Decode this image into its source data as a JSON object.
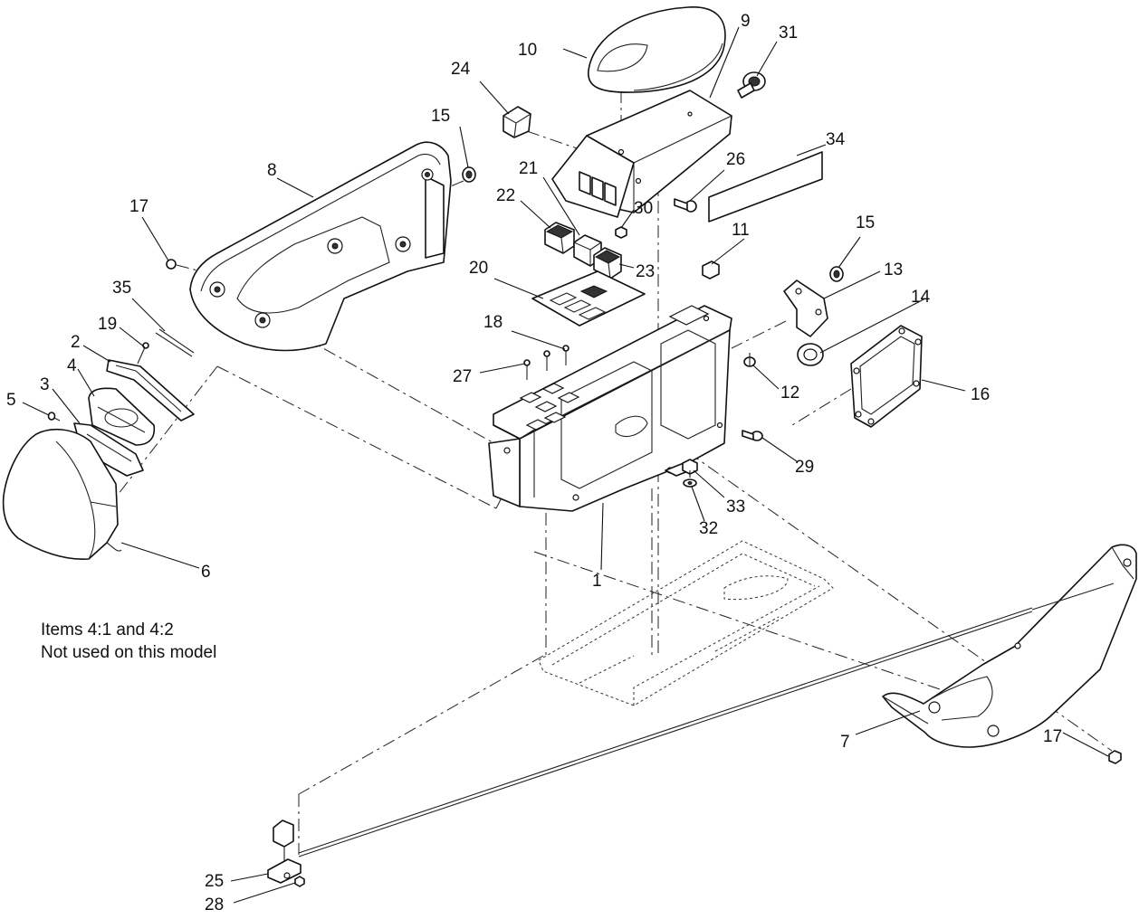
{
  "note": {
    "line1": "Items  4:1 and 4:2",
    "line2": "Not used on this model"
  },
  "callouts": [
    {
      "id": "c10",
      "label": "10"
    },
    {
      "id": "c9",
      "label": "9"
    },
    {
      "id": "c31",
      "label": "31"
    },
    {
      "id": "c24",
      "label": "24"
    },
    {
      "id": "c15a",
      "label": "15"
    },
    {
      "id": "c34",
      "label": "34"
    },
    {
      "id": "c8",
      "label": "8"
    },
    {
      "id": "c26",
      "label": "26"
    },
    {
      "id": "c21",
      "label": "21"
    },
    {
      "id": "c22",
      "label": "22"
    },
    {
      "id": "c30",
      "label": "30"
    },
    {
      "id": "c17a",
      "label": "17"
    },
    {
      "id": "c15b",
      "label": "15"
    },
    {
      "id": "c11",
      "label": "11"
    },
    {
      "id": "c13",
      "label": "13"
    },
    {
      "id": "c23",
      "label": "23"
    },
    {
      "id": "c20",
      "label": "20"
    },
    {
      "id": "c35",
      "label": "35"
    },
    {
      "id": "c14",
      "label": "14"
    },
    {
      "id": "c19",
      "label": "19"
    },
    {
      "id": "c18",
      "label": "18"
    },
    {
      "id": "c2",
      "label": "2"
    },
    {
      "id": "c27",
      "label": "27"
    },
    {
      "id": "c12",
      "label": "12"
    },
    {
      "id": "c4",
      "label": "4"
    },
    {
      "id": "c3",
      "label": "3"
    },
    {
      "id": "c16",
      "label": "16"
    },
    {
      "id": "c5",
      "label": "5"
    },
    {
      "id": "c29",
      "label": "29"
    },
    {
      "id": "c33",
      "label": "33"
    },
    {
      "id": "c32",
      "label": "32"
    },
    {
      "id": "c6",
      "label": "6"
    },
    {
      "id": "c1",
      "label": "1"
    },
    {
      "id": "c7",
      "label": "7"
    },
    {
      "id": "c17b",
      "label": "17"
    },
    {
      "id": "c25",
      "label": "25"
    },
    {
      "id": "c28",
      "label": "28"
    }
  ]
}
